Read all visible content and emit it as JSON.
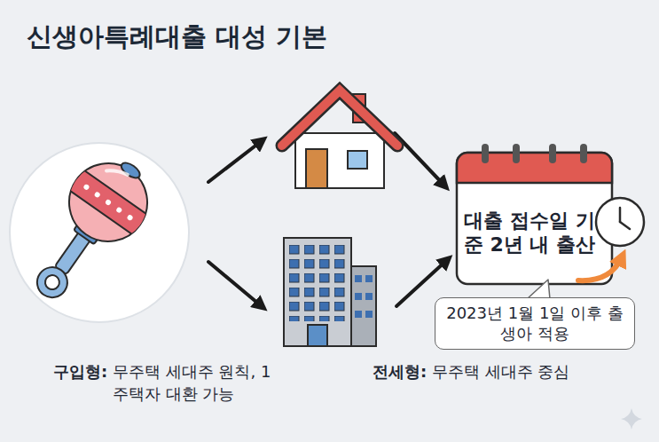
{
  "diagram": {
    "title": "신생아특례대출 대성 기본",
    "nodes": [
      {
        "text": [
          "대출 접수일 기준 2년 내 출산"
        ]
      },
      {
        "text": [
          "2023년 1월 1일 이후 출생아 적용"
        ]
      }
    ],
    "labels": [
      "구입형:",
      "무주택 세대주 원칙, 1주택자 대환 가능",
      "전세형:",
      "무주택 세대주 중심"
    ]
  }
}
